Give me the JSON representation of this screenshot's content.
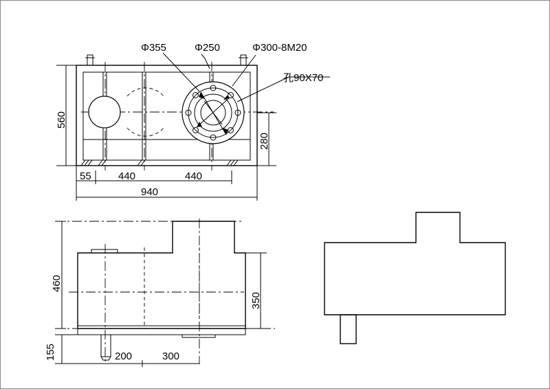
{
  "labels": {
    "phi355": "Φ355",
    "phi250": "Φ250",
    "phi300": "Φ300-8M20",
    "kong": "孔90X70",
    "dim560": "560",
    "dim280": "280",
    "dim55": "55",
    "dim440a": "440",
    "dim440b": "440",
    "dim940": "940",
    "dim460": "460",
    "dim350": "350",
    "dim155": "155",
    "dim200": "200",
    "dim300": "300"
  }
}
